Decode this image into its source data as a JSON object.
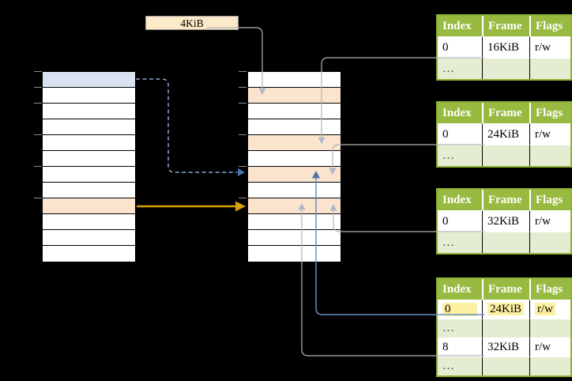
{
  "page_size_label": {
    "text": "4KiB"
  },
  "page_tables": {
    "headers": [
      "Index",
      "Frame",
      "Flags"
    ],
    "tables": [
      {
        "name": "page-table-16kib",
        "rows": [
          {
            "cells": [
              "0",
              "16KiB",
              "r/w"
            ]
          },
          {
            "cells": [
              "…",
              "",
              ""
            ]
          }
        ]
      },
      {
        "name": "page-table-24kib",
        "rows": [
          {
            "cells": [
              "0",
              "24KiB",
              "r/w"
            ]
          },
          {
            "cells": [
              "…",
              "",
              ""
            ]
          }
        ]
      },
      {
        "name": "page-table-32kib",
        "rows": [
          {
            "cells": [
              "0",
              "32KiB",
              "r/w"
            ]
          },
          {
            "cells": [
              "…",
              "",
              ""
            ]
          }
        ]
      },
      {
        "name": "page-directory",
        "rows": [
          {
            "cells": [
              "0",
              "24KiB",
              "r/w"
            ],
            "highlighted": true
          },
          {
            "cells": [
              "…",
              "",
              ""
            ]
          },
          {
            "cells": [
              "8",
              "32KiB",
              "r/w"
            ]
          },
          {
            "cells": [
              "…",
              "",
              ""
            ]
          }
        ]
      }
    ]
  },
  "colors": {
    "header_green": "#98BA40",
    "table_border_green": "#8CB236",
    "row_light_green": "#E4ECD2",
    "highlight_yellow": "#FCF1A2",
    "row_orange": "#FBE4CE",
    "row_blue": "#D9E2F3",
    "label_cream": "#FBE9C7",
    "arrow_gold": "#D99E00",
    "arrow_blue": "#4C72B2",
    "line_blue": "#6B8DC2",
    "dash_blue": "#8CA3D3",
    "line_gray": "#B3B3B3",
    "arrow_gray": "#ADB6C6",
    "tick_gray": "#8C8C8C"
  }
}
